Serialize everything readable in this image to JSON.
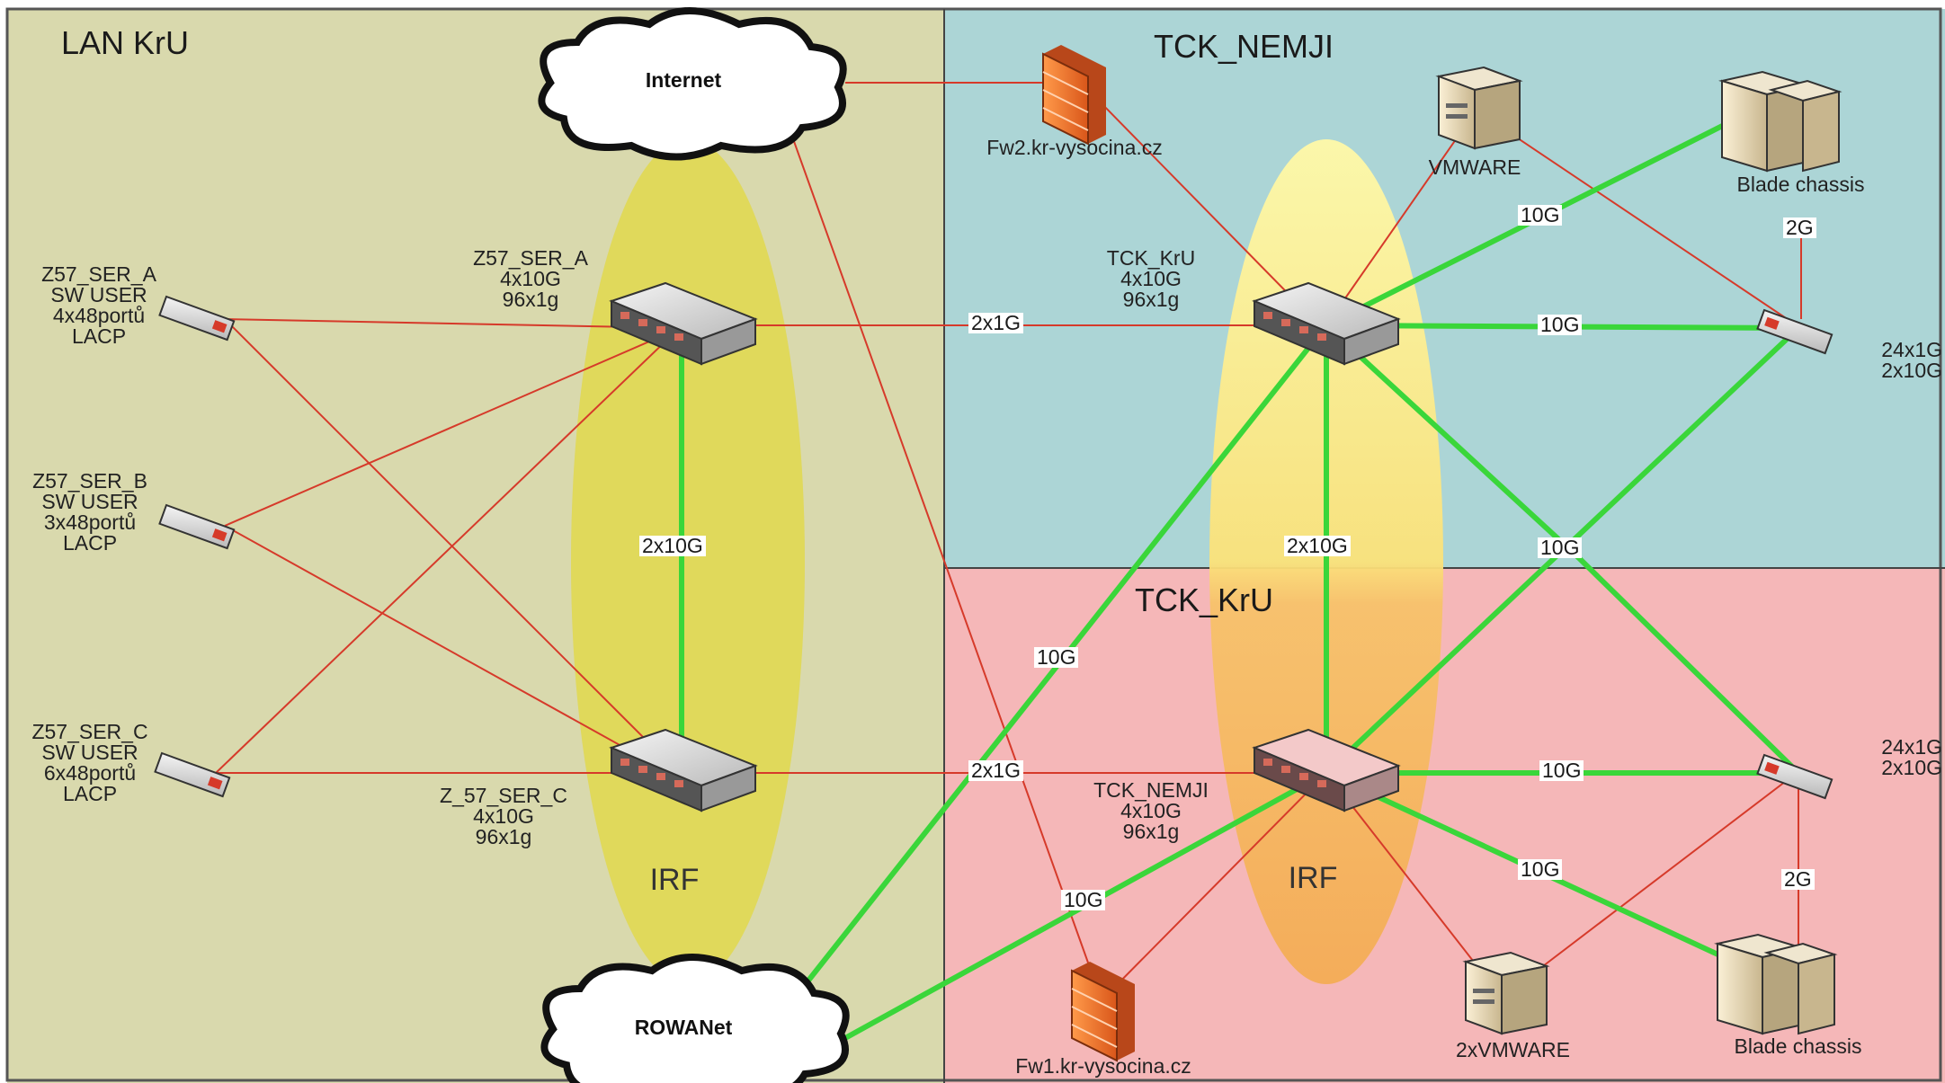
{
  "zones": {
    "lan": {
      "title": "LAN KrU",
      "color": "#d9d9ad"
    },
    "nemji": {
      "title": "TCK_NEMJI",
      "color": "#acd5d6"
    },
    "kru": {
      "title": "TCK_KrU",
      "color": "#f5b7b8"
    }
  },
  "irf": {
    "left": "IRF",
    "right": "IRF"
  },
  "clouds": {
    "internet": "Internet",
    "rowanet": "ROWANet"
  },
  "devices": {
    "z57_ser_a_user": "Z57_SER_A\nSW USER\n4x48portů\nLACP",
    "z57_ser_b_user": "Z57_SER_B\nSW USER\n3x48portů\nLACP",
    "z57_ser_c_user": "Z57_SER_C\nSW USER\n6x48portů\nLACP",
    "core_a": "Z57_SER_A\n4x10G\n96x1g",
    "core_c": "Z_57_SER_C\n4x10G\n96x1g",
    "tck_kru_sw": "TCK_KrU\n4x10G\n96x1g",
    "tck_nemji_sw": "TCK_NEMJI\n4x10G\n96x1g",
    "fw2": "Fw2.kr-vysocina.cz",
    "fw1": "Fw1.kr-vysocina.cz",
    "vmware_top": "VMWARE",
    "vmware_bottom": "2xVMWARE",
    "blade_top": "Blade chassis",
    "blade_bottom": "Blade chassis",
    "access_top": "24x1G\n2x10G",
    "access_bottom": "24x1G\n2x10G"
  },
  "links": {
    "irf_left": "2x10G",
    "irf_right": "2x10G",
    "a_to_kru": "2x1G",
    "c_to_nemji": "2x1G",
    "kru_vmware": "10G",
    "kru_access": "10G",
    "cross_center": "10G",
    "nemji_access": "10G",
    "nemji_blade": "10G",
    "rowa_kru": "10G",
    "rowa_nemji": "10G",
    "blade_access_top": "2G",
    "blade_access_bottom": "2G"
  },
  "colors": {
    "red_link": "#d63a2a",
    "green_link": "#3ad63a",
    "irf_left_fill": "#e0d94f",
    "irf_right_top": "#fff7a0",
    "irf_right_bottom": "#f5b25a"
  }
}
